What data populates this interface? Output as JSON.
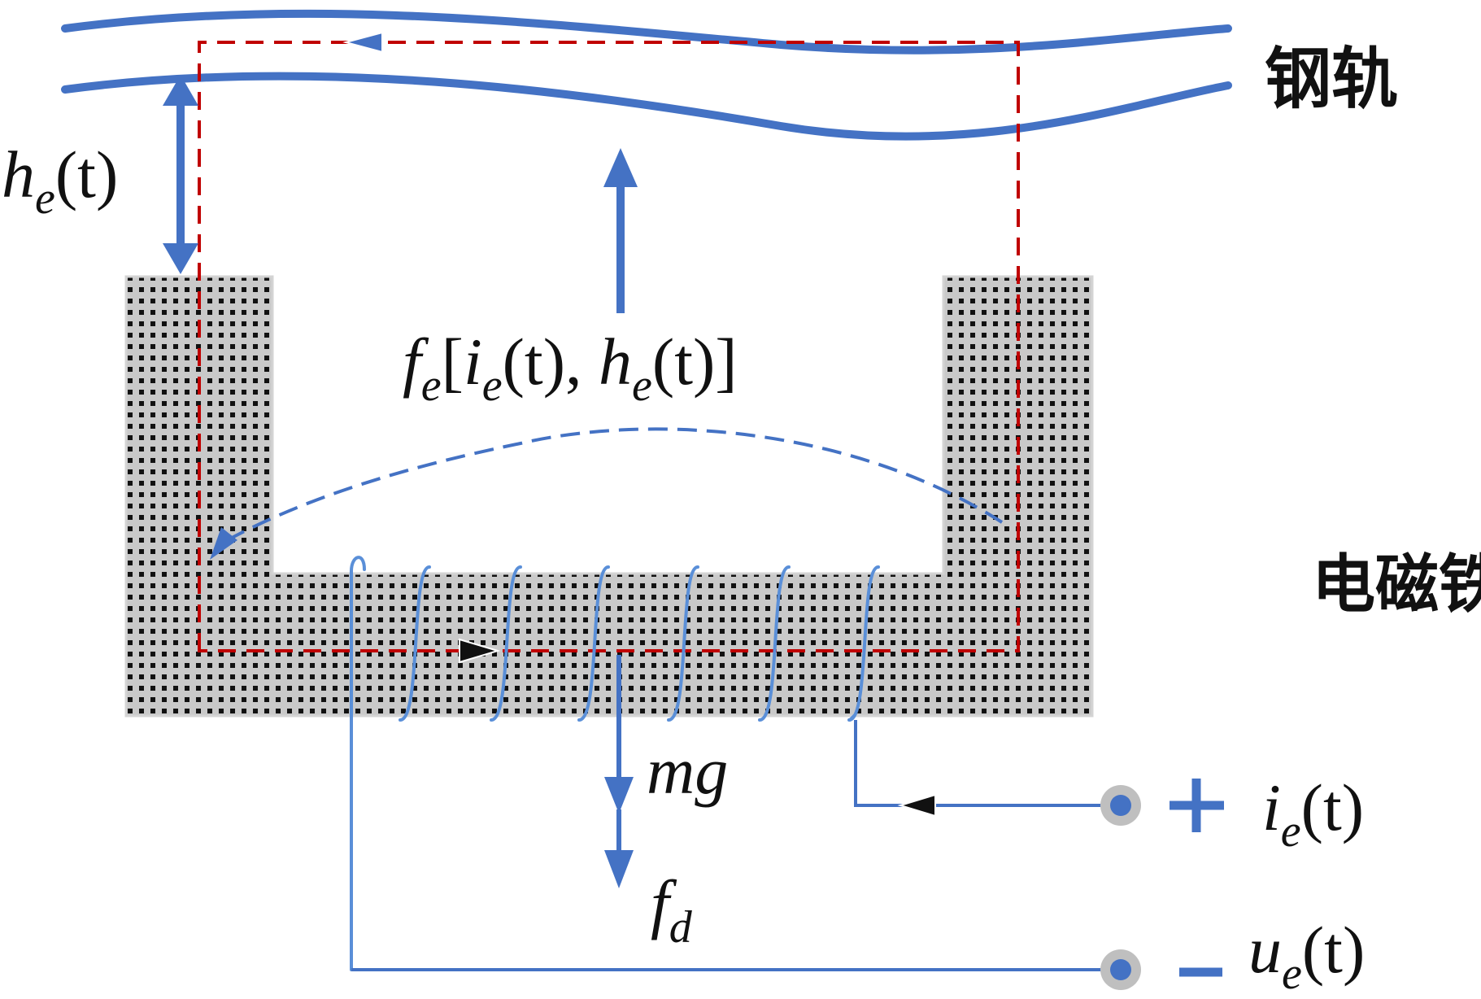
{
  "labels": {
    "rail": "钢轨",
    "magnet": "电磁铁",
    "gap_var": "h",
    "gap_sub": "e",
    "gap_arg": "(t)",
    "force_f": "f",
    "force_sub": "e",
    "force_open": "[",
    "force_i": "i",
    "force_i_sub": "e",
    "force_t1": "(t), ",
    "force_h": "h",
    "force_h_sub": "e",
    "force_t2": "(t)]",
    "gravity": "mg",
    "disturb_f": "f",
    "disturb_sub": "d",
    "current_var": "i",
    "current_sub": "e",
    "current_arg": "(t)",
    "voltage_var": "u",
    "voltage_sub": "e",
    "voltage_arg": "(t)",
    "plus": "+",
    "minus": "–"
  },
  "colors": {
    "rail_blue": "#4472c4",
    "arrow_blue": "#4472c4",
    "flux_red": "#c00000",
    "core_gray": "#c9c9c9",
    "core_dot": "#111111",
    "terminal_gray": "#bfbfbf",
    "text": "#111111"
  }
}
